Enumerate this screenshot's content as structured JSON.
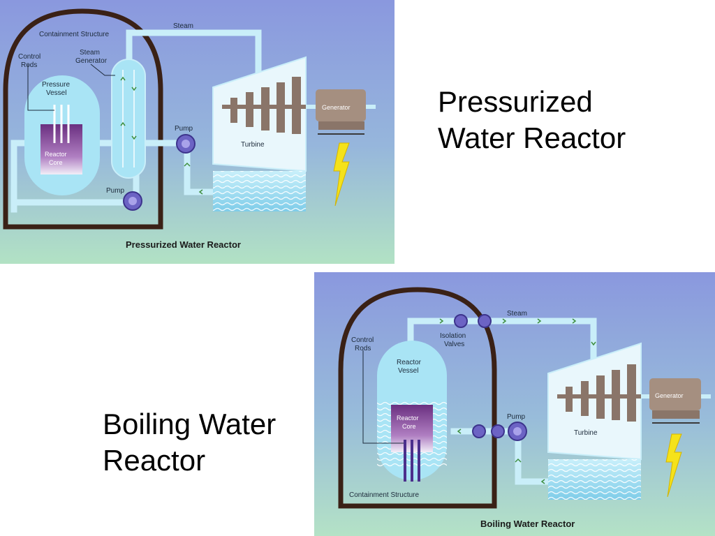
{
  "slide": {
    "pwr_title_lines": [
      "Pressurized",
      "Water Reactor"
    ],
    "bwr_title_lines": [
      "Boiling Water",
      "Reactor"
    ]
  },
  "pwr": {
    "caption": "Pressurized Water Reactor",
    "labels": {
      "steam": "Steam",
      "containment": "Containment Structure",
      "control_rods": [
        "Control",
        "Rods"
      ],
      "steam_generator": [
        "Steam",
        "Generator"
      ],
      "pressure_vessel": [
        "Pressure",
        "Vessel"
      ],
      "reactor_core": [
        "Reactor",
        "Core"
      ],
      "pump_top": "Pump",
      "pump_bottom": "Pump",
      "turbine": "Turbine",
      "generator": "Generator"
    }
  },
  "bwr": {
    "caption": "Boiling Water Reactor",
    "labels": {
      "steam": "Steam",
      "control_rods": [
        "Control",
        "Rods"
      ],
      "isolation_valves": [
        "Isolation",
        "Valves"
      ],
      "reactor_vessel": [
        "Reactor",
        "Vessel"
      ],
      "reactor_core": [
        "Reactor",
        "Core"
      ],
      "pump": "Pump",
      "turbine": "Turbine",
      "generator": "Generator",
      "containment": "Containment Structure"
    }
  },
  "colors": {
    "bg_top": "#8c9be0",
    "bg_bottom": "#a8dcc6",
    "pipe": "#c9eef9",
    "vessel": "#a9e4f5",
    "containment": "#3a2116",
    "core": "#7a3e8e",
    "turbine_blade": "#8a7569",
    "generator": "#a58f80",
    "lightning": "#f5e21a",
    "pump": "#5a50b0"
  }
}
